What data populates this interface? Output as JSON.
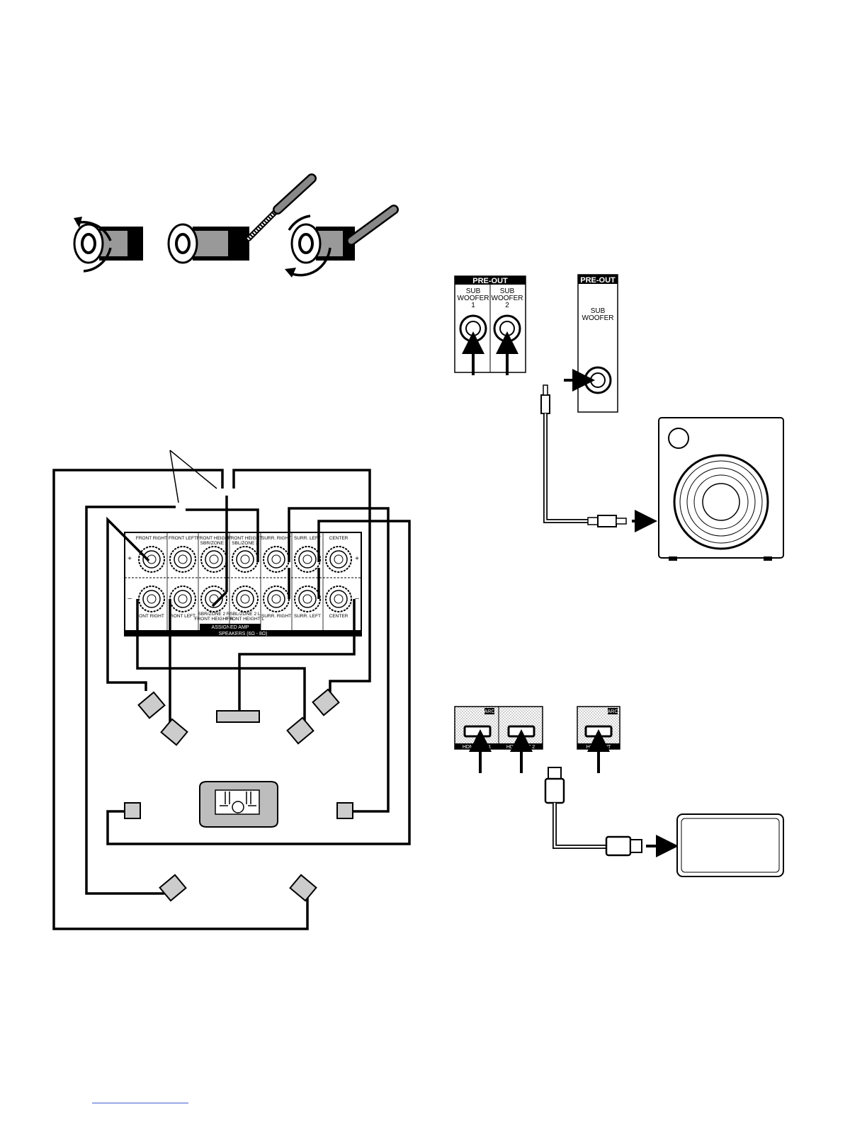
{
  "speaker_panel": {
    "top_labels": [
      "FRONT RIGHT",
      "FRONT LEFT",
      "FRONT HEIGHT SBR/ZONE 2",
      "FRONT HEIGHT SBL/ZONE 2",
      "SURR. RIGHT",
      "SURR. LEFT",
      "CENTER"
    ],
    "bottom_labels": [
      "ONT RIGHT",
      "RONT LEFT",
      "SBR/ZONE 2 R FRONT HEIGHT R",
      "SBL/ZONE 2 L FRONT HEIGHT L",
      "SURR. RIGHT",
      "SURR. LEFT",
      "CENTER"
    ],
    "plus_sign": "+",
    "minus_sign": "–",
    "assigned_amp": "ASSIGNED AMP",
    "speakers_rating": "SPEAKERS (6Ω - 8Ω)"
  },
  "preout_left": {
    "header": "PRE-OUT",
    "jack1": [
      "SUB",
      "WOOFER",
      "1"
    ],
    "jack2": [
      "SUB",
      "WOOFER",
      "2"
    ]
  },
  "preout_right": {
    "header": "PRE-OUT",
    "jack": [
      "SUB",
      "WOOFER"
    ]
  },
  "hdmi_left": {
    "badge1": "ARC",
    "port1": "HDMI OUT 1",
    "port2": "HDMI OUT 2"
  },
  "hdmi_right": {
    "badge": "ARC",
    "port": "HDMI OUT"
  },
  "colors": {
    "line": "#000000",
    "panel_fill": "#f2f2f2",
    "seat_fill": "#bdbdbd",
    "link": "#3355cc"
  }
}
